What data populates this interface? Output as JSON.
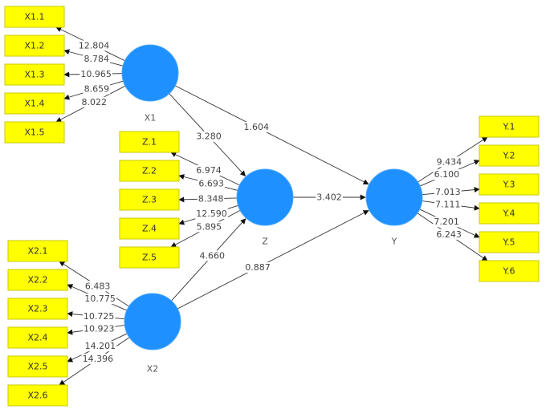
{
  "diagram": {
    "type": "path-model",
    "colors": {
      "latent_fill": "#1e90ff",
      "indicator_fill": "#ffff00",
      "edge": "#333333"
    },
    "latent_variables": [
      {
        "id": "X1",
        "label": "X1"
      },
      {
        "id": "X2",
        "label": "X2"
      },
      {
        "id": "Z",
        "label": "Z"
      },
      {
        "id": "Y",
        "label": "Y"
      }
    ],
    "indicators": [
      {
        "id": "X1.1",
        "label": "X1.1",
        "latent": "X1",
        "t_value": "12.804"
      },
      {
        "id": "X1.2",
        "label": "X1.2",
        "latent": "X1",
        "t_value": "8.784"
      },
      {
        "id": "X1.3",
        "label": "X1.3",
        "latent": "X1",
        "t_value": "10.965"
      },
      {
        "id": "X1.4",
        "label": "X1.4",
        "latent": "X1",
        "t_value": "8.659"
      },
      {
        "id": "X1.5",
        "label": "X1.5",
        "latent": "X1",
        "t_value": "8.022"
      },
      {
        "id": "Z.1",
        "label": "Z.1",
        "latent": "Z",
        "t_value": "6.974"
      },
      {
        "id": "Z.2",
        "label": "Z.2",
        "latent": "Z",
        "t_value": "6.693"
      },
      {
        "id": "Z.3",
        "label": "Z.3",
        "latent": "Z",
        "t_value": "8.348"
      },
      {
        "id": "Z.4",
        "label": "Z.4",
        "latent": "Z",
        "t_value": "12.590"
      },
      {
        "id": "Z.5",
        "label": "Z.5",
        "latent": "Z",
        "t_value": "5.895"
      },
      {
        "id": "X2.1",
        "label": "X2.1",
        "latent": "X2",
        "t_value": "6.483"
      },
      {
        "id": "X2.2",
        "label": "X2.2",
        "latent": "X2",
        "t_value": "10.775"
      },
      {
        "id": "X2.3",
        "label": "X2.3",
        "latent": "X2",
        "t_value": "10.725"
      },
      {
        "id": "X2.4",
        "label": "X2.4",
        "latent": "X2",
        "t_value": "10.923"
      },
      {
        "id": "X2.5",
        "label": "X2.5",
        "latent": "X2",
        "t_value": "14.201"
      },
      {
        "id": "X2.6",
        "label": "X2.6",
        "latent": "X2",
        "t_value": "14.396"
      },
      {
        "id": "Y.1",
        "label": "Y.1",
        "latent": "Y",
        "t_value": "9.434"
      },
      {
        "id": "Y.2",
        "label": "Y.2",
        "latent": "Y",
        "t_value": "6.100"
      },
      {
        "id": "Y.3",
        "label": "Y.3",
        "latent": "Y",
        "t_value": "7.013"
      },
      {
        "id": "Y.4",
        "label": "Y.4",
        "latent": "Y",
        "t_value": "7.111"
      },
      {
        "id": "Y.5",
        "label": "Y.5",
        "latent": "Y",
        "t_value": "7.201"
      },
      {
        "id": "Y.6",
        "label": "Y.6",
        "latent": "Y",
        "t_value": "6.243"
      }
    ],
    "structural_paths": [
      {
        "from": "X1",
        "to": "Z",
        "t_value": "3.280"
      },
      {
        "from": "X1",
        "to": "Y",
        "t_value": "1.604"
      },
      {
        "from": "Z",
        "to": "Y",
        "t_value": "3.402"
      },
      {
        "from": "X2",
        "to": "Z",
        "t_value": "4.660"
      },
      {
        "from": "X2",
        "to": "Y",
        "t_value": "0.887"
      }
    ]
  }
}
